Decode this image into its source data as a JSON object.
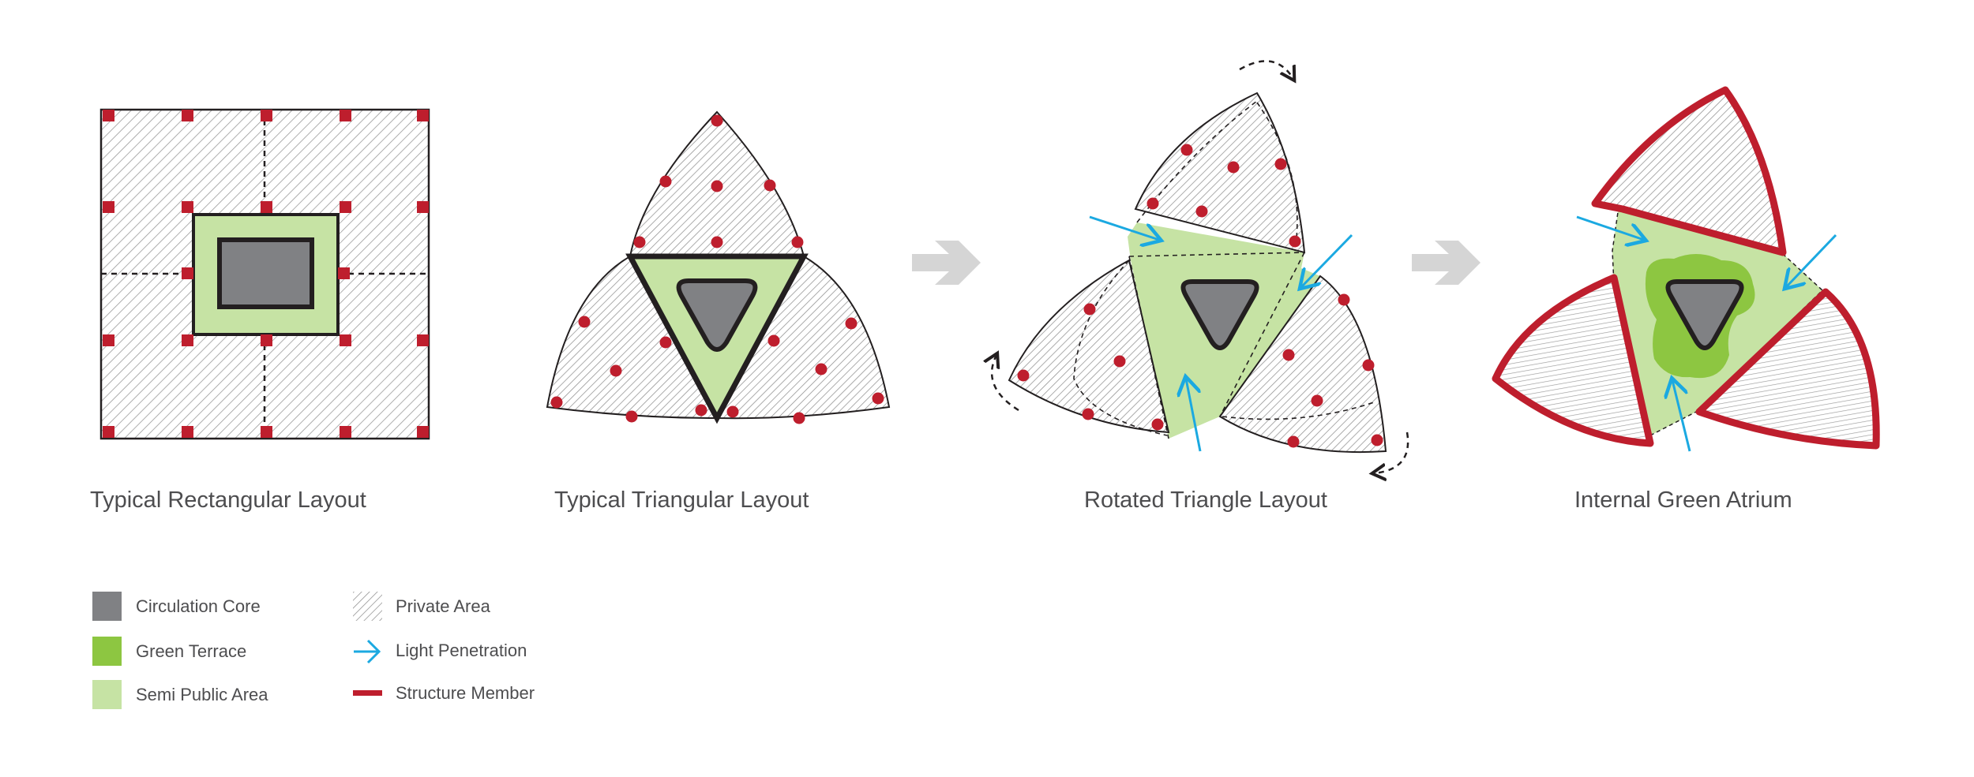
{
  "panels": [
    {
      "title": "Typical Rectangular Layout"
    },
    {
      "title": "Typical Triangular Layout"
    },
    {
      "title": "Rotated Triangle Layout"
    },
    {
      "title": "Internal Green Atrium"
    }
  ],
  "legend": [
    {
      "label": "Circulation Core",
      "swatch": "core"
    },
    {
      "label": "Green Terrace",
      "swatch": "terrace"
    },
    {
      "label": "Semi Public Area",
      "swatch": "semipublic"
    },
    {
      "label": "Private Area",
      "swatch": "hatch"
    },
    {
      "label": "Light Penetration",
      "swatch": "light-arrow"
    },
    {
      "label": "Structure Member",
      "swatch": "structure-line"
    }
  ],
  "colors": {
    "core": "#808184",
    "green_terrace": "#8dc641",
    "semi_public": "#c6e3a4",
    "structure": "#be1e2d",
    "light": "#1ba9e1",
    "arrow_gray": "#d5d5d5",
    "text": "#4d4d4f"
  }
}
